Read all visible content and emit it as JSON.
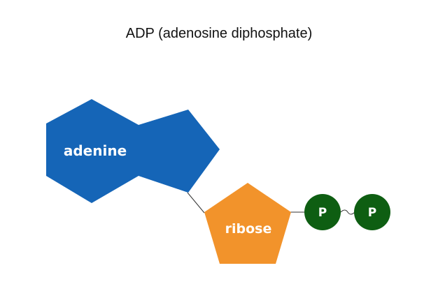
{
  "title": "ADP (adenosine diphosphate)",
  "colors": {
    "adenine": "#1565b7",
    "ribose": "#f2932b",
    "phosphate": "#0e5e12",
    "bond": "#333333"
  },
  "molecule": {
    "adenine": {
      "label": "adenine"
    },
    "ribose": {
      "label": "ribose"
    },
    "phosphates": [
      {
        "label": "P"
      },
      {
        "label": "P"
      }
    ]
  }
}
